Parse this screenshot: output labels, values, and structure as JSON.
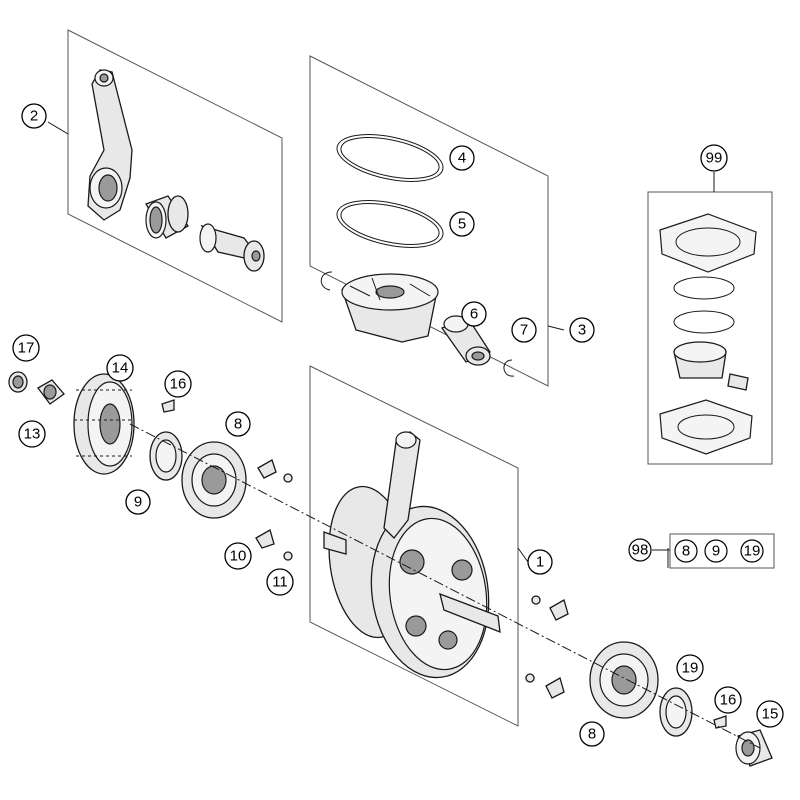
{
  "callouts": [
    {
      "id": "c1",
      "label": "1"
    },
    {
      "id": "c2",
      "label": "2"
    },
    {
      "id": "c3",
      "label": "3"
    },
    {
      "id": "c4",
      "label": "4"
    },
    {
      "id": "c5",
      "label": "5"
    },
    {
      "id": "c6",
      "label": "6"
    },
    {
      "id": "c7",
      "label": "7"
    },
    {
      "id": "c8a",
      "label": "8"
    },
    {
      "id": "c8b",
      "label": "8"
    },
    {
      "id": "c9",
      "label": "9"
    },
    {
      "id": "c10",
      "label": "10"
    },
    {
      "id": "c11",
      "label": "11"
    },
    {
      "id": "c13",
      "label": "13"
    },
    {
      "id": "c14",
      "label": "14"
    },
    {
      "id": "c15",
      "label": "15"
    },
    {
      "id": "c16a",
      "label": "16"
    },
    {
      "id": "c16b",
      "label": "16"
    },
    {
      "id": "c17",
      "label": "17"
    },
    {
      "id": "c19",
      "label": "19"
    },
    {
      "id": "c99",
      "label": "99"
    }
  ],
  "kit98": {
    "label": "98",
    "items": [
      "8",
      "9",
      "19"
    ]
  }
}
